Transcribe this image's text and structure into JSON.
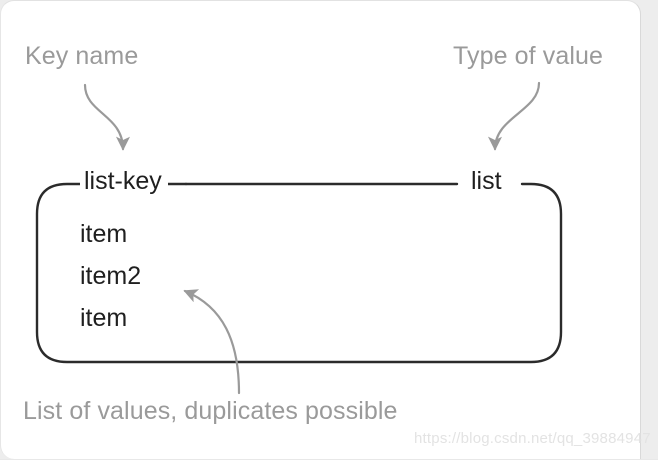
{
  "diagram": {
    "title_annotations": {
      "key_name_label": "Key name",
      "type_of_value_label": "Type of value",
      "caption_label": "List of values, duplicates possible"
    },
    "node": {
      "key": "list-key",
      "type": "list",
      "items": [
        "item",
        "item2",
        "item"
      ]
    },
    "watermark": "https://blog.csdn.net/qq_39884947",
    "colors": {
      "annotation_text": "#9a9a9a",
      "node_text": "#1f1f1f",
      "box_stroke": "#2b2b2b",
      "arrow_stroke": "#9a9a9a",
      "card_background": "#ffffff",
      "page_background": "#ededed",
      "watermark_text": "#e3e3e3"
    }
  }
}
